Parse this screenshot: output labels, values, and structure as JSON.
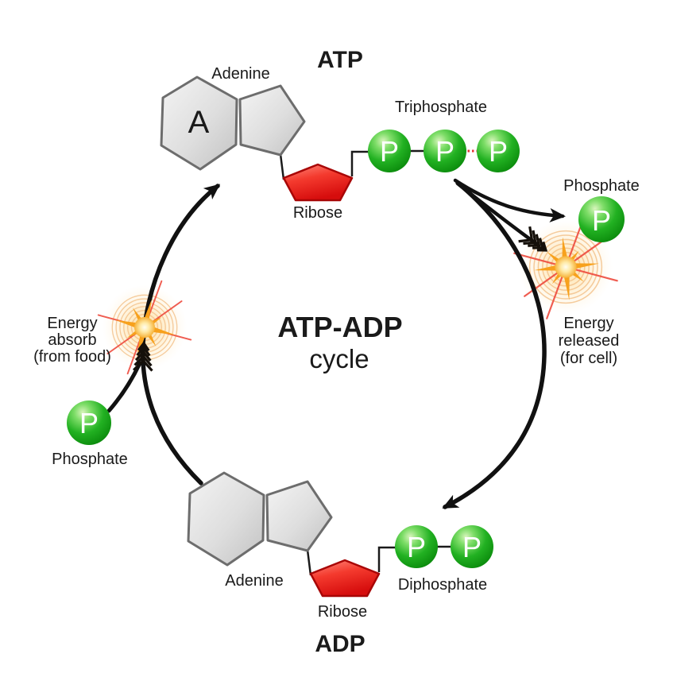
{
  "title": {
    "line1": "ATP-ADP",
    "line2": "cycle"
  },
  "atp": {
    "name": "ATP",
    "adenine": "Adenine",
    "adenine_initial": "A",
    "ribose": "Ribose",
    "phosphate_group": "Triphosphate",
    "p": "P"
  },
  "adp": {
    "name": "ADP",
    "adenine": "Adenine",
    "ribose": "Ribose",
    "phosphate_group": "Diphosphate",
    "p": "P"
  },
  "release": {
    "phosphate": "Phosphate",
    "p": "P",
    "energy": [
      "Energy",
      "released",
      "(for cell)"
    ]
  },
  "absorb": {
    "phosphate": "Phosphate",
    "p": "P",
    "energy": [
      "Energy",
      "absorb",
      "(from food)"
    ]
  },
  "colors": {
    "title_green": "#169c3c",
    "sphere_green": "#17a317",
    "ribose_red": "#e41c1c",
    "adenine_gray": "#d6d6d6",
    "energy_orange": "#f7a11c",
    "high_energy_bond_red": "#e43333",
    "arrow_black": "#111111"
  }
}
